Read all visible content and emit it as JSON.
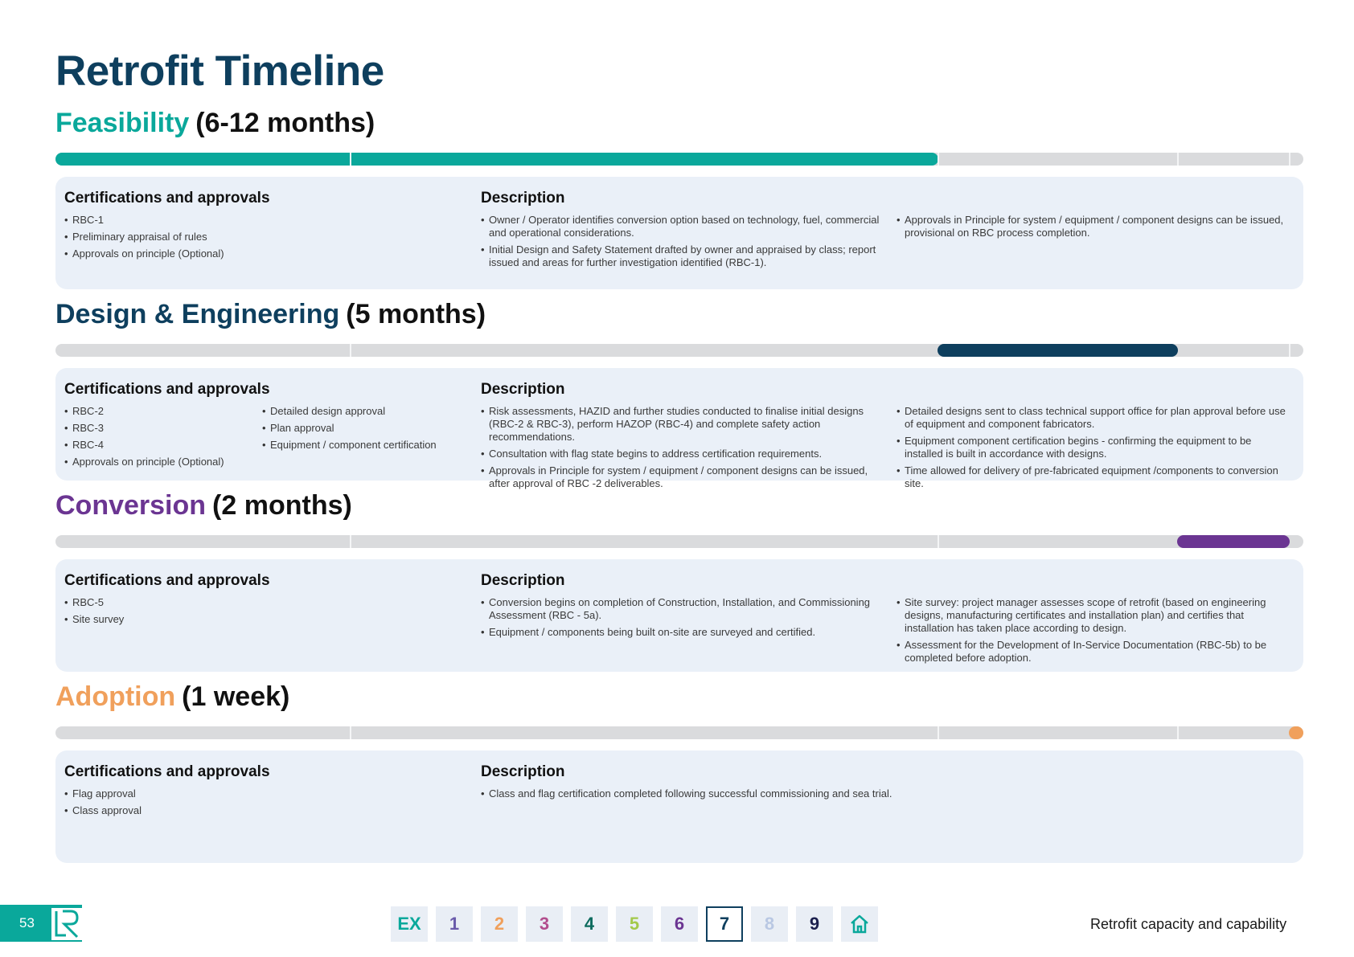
{
  "page": {
    "title": "Retrofit Timeline",
    "number": "53",
    "footer_text": "Retrofit capacity and capability"
  },
  "labels": {
    "certifications": "Certifications and approvals",
    "description": "Description"
  },
  "colors": {
    "title": "#0e3f5e",
    "feasibility": "#0aa89b",
    "design": "#0e3f5e",
    "conversion": "#6b3592",
    "adoption": "#f0a05c",
    "track": "#dadbdd",
    "card": "#eaf0f8"
  },
  "phases": [
    {
      "name": "Feasibility",
      "duration": "(6-12 months)",
      "color": "#0aa89b",
      "certifications": [
        "RBC-1",
        "Preliminary appraisal of rules",
        "Approvals on principle (Optional)"
      ],
      "certifications_extra": [],
      "description_left": [
        "Owner / Operator identifies conversion option based on technology, fuel, commercial and operational considerations.",
        "Initial Design and Safety Statement drafted by owner and appraised by class; report issued and areas for further investigation identified (RBC-1)."
      ],
      "description_right": [
        "Approvals in Principle for system / equipment / component designs can be issued, provisional on RBC process completion."
      ]
    },
    {
      "name": "Design & Engineering",
      "duration": "(5 months)",
      "color": "#0e3f5e",
      "certifications": [
        "RBC-2",
        "RBC-3",
        "RBC-4",
        "Approvals on principle (Optional)"
      ],
      "certifications_extra": [
        "Detailed design approval",
        "Plan approval",
        "Equipment / component certification"
      ],
      "description_left": [
        "Risk assessments, HAZID and further studies conducted to finalise initial designs (RBC-2 & RBC-3), perform HAZOP (RBC-4) and complete safety action recommendations.",
        "Consultation with flag state begins to address certification requirements.",
        "Approvals in Principle for system / equipment / component designs can be issued, after approval of RBC -2 deliverables."
      ],
      "description_right": [
        "Detailed designs sent to class technical support office for plan approval before use of equipment and component fabricators.",
        "Equipment component certification begins - confirming the equipment to be installed is built in accordance with designs.",
        "Time allowed for delivery of pre-fabricated equipment /components to conversion site."
      ]
    },
    {
      "name": "Conversion",
      "duration": "(2 months)",
      "color": "#6b3592",
      "certifications": [
        "RBC-5",
        "Site survey"
      ],
      "certifications_extra": [],
      "description_left": [
        "Conversion begins on completion of Construction, Installation, and Commissioning Assessment (RBC - 5a).",
        "Equipment / components being built on-site are surveyed and certified."
      ],
      "description_right": [
        "Site survey: project manager assesses scope of retrofit (based on engineering designs, manufacturing certificates and installation plan) and certifies that installation has taken place according to design.",
        "Assessment for the Development of In-Service Documentation (RBC-5b) to be completed before adoption."
      ]
    },
    {
      "name": "Adoption",
      "duration": "(1 week)",
      "color": "#f0a05c",
      "certifications": [
        "Flag approval",
        "Class approval"
      ],
      "certifications_extra": [],
      "description_left": [
        "Class and flag certification completed following successful commissioning and sea trial."
      ],
      "description_right": []
    }
  ],
  "nav": [
    {
      "label": "EX",
      "color": "#0aa89b",
      "active": false
    },
    {
      "label": "1",
      "color": "#6a5bab",
      "active": false
    },
    {
      "label": "2",
      "color": "#f0a05c",
      "active": false
    },
    {
      "label": "3",
      "color": "#b24d8d",
      "active": false
    },
    {
      "label": "4",
      "color": "#0d6b5e",
      "active": false
    },
    {
      "label": "5",
      "color": "#a3c94a",
      "active": false
    },
    {
      "label": "6",
      "color": "#6b3592",
      "active": false
    },
    {
      "label": "7",
      "color": "#0e3f5e",
      "active": true
    },
    {
      "label": "8",
      "color": "#b9c8e3",
      "active": false
    },
    {
      "label": "9",
      "color": "#1b1f4d",
      "active": false
    }
  ],
  "home_icon": "home-icon"
}
